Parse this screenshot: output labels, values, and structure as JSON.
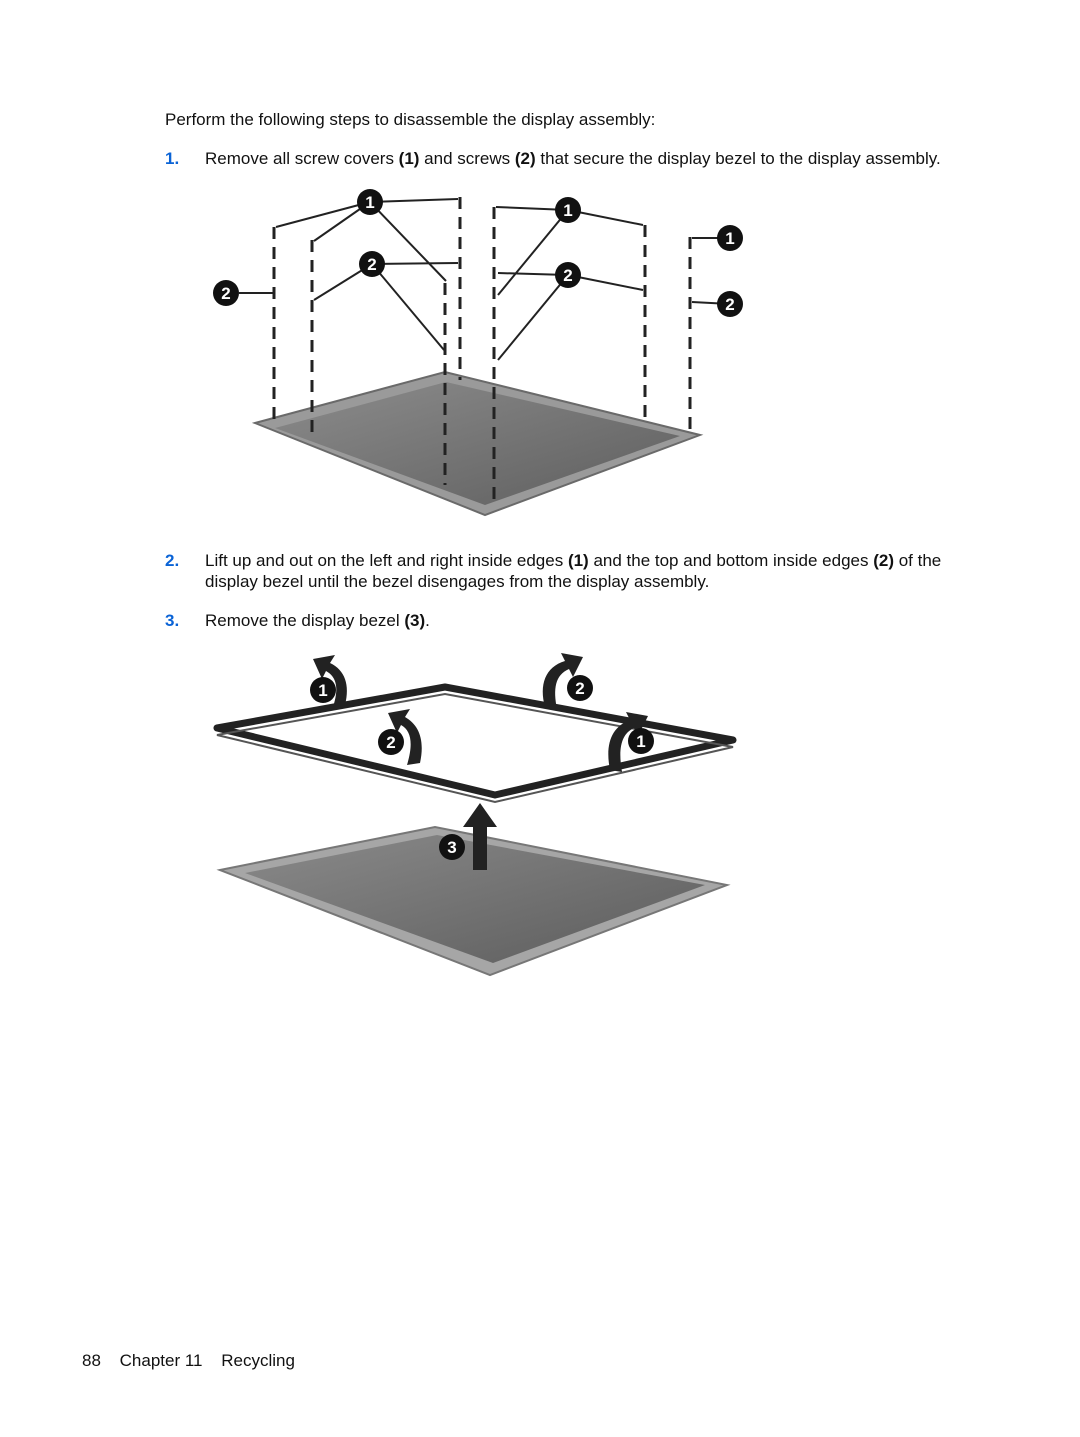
{
  "intro": "Perform the following steps to disassemble the display assembly:",
  "steps": [
    {
      "number": "1.",
      "parts": [
        "Remove all screw covers ",
        "(1)",
        " and screws ",
        "(2)",
        " that secure the display bezel to the display assembly."
      ]
    },
    {
      "number": "2.",
      "parts": [
        "Lift up and out on the left and right inside edges ",
        "(1)",
        " and the top and bottom inside edges ",
        "(2)",
        " of the display bezel until the bezel disengages from the display assembly."
      ]
    },
    {
      "number": "3.",
      "parts": [
        "Remove the display bezel ",
        "(3)",
        "."
      ]
    }
  ],
  "figure1": {
    "callouts": [
      "1",
      "1",
      "1",
      "2",
      "2",
      "2",
      "2"
    ]
  },
  "figure2": {
    "callouts": [
      "1",
      "2",
      "2",
      "1",
      "3"
    ]
  },
  "footer": {
    "page_number": "88",
    "chapter": "Chapter 11",
    "section": "Recycling"
  }
}
